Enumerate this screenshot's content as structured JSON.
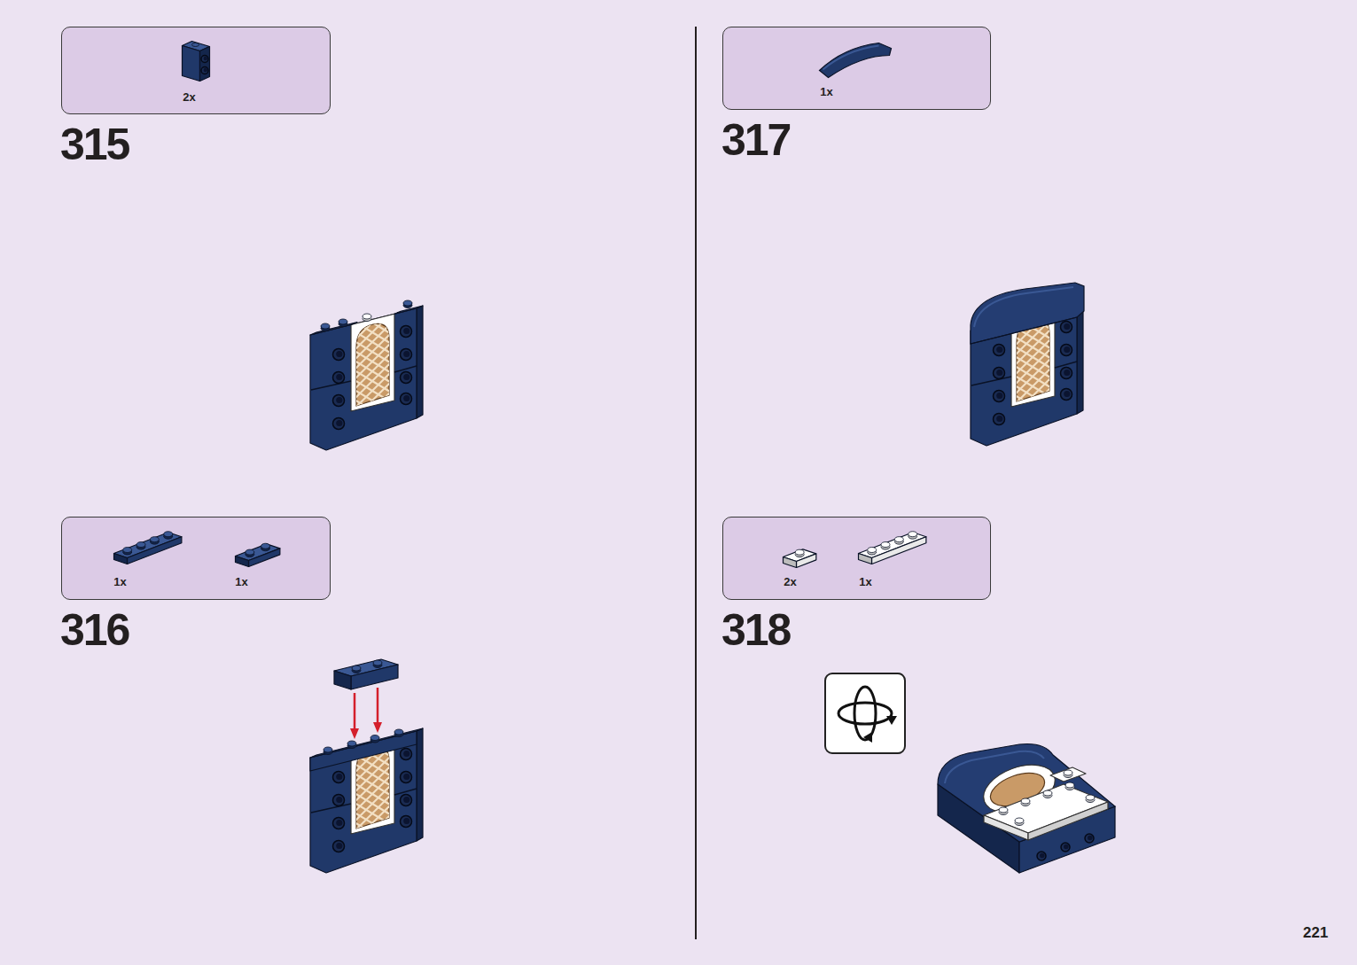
{
  "diagram": {
    "nodes": [
      {
        "text": [
          "2x"
        ]
      },
      {
        "text": [
          "1x",
          "1x"
        ]
      },
      {
        "text": [
          "1x"
        ]
      },
      {
        "text": [
          "2x",
          "1x"
        ]
      }
    ],
    "labels": [
      "315",
      "316",
      "317",
      "318",
      "221"
    ]
  }
}
